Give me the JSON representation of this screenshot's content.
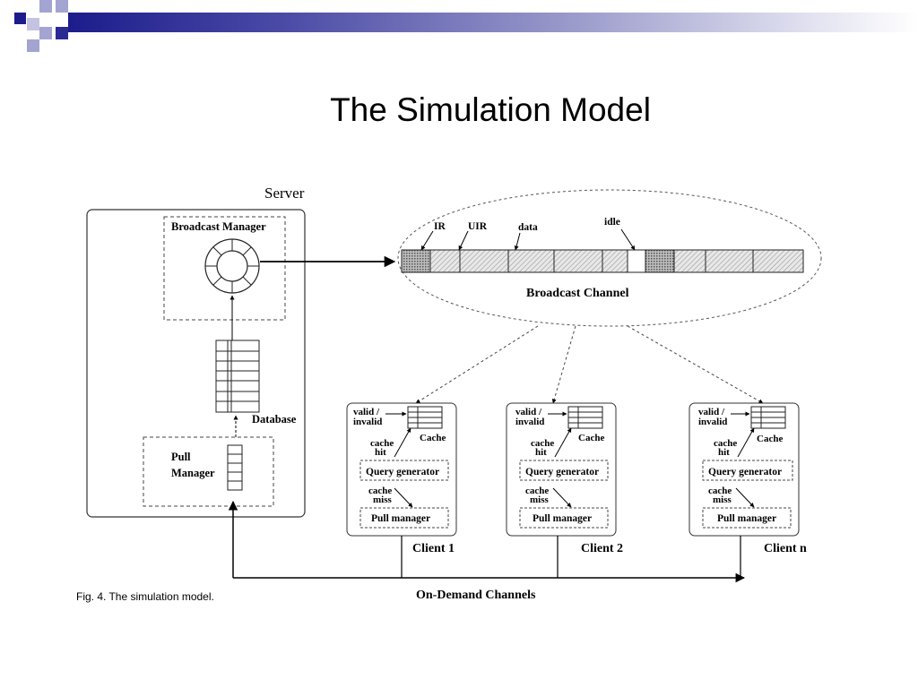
{
  "slide": {
    "title": "The Simulation Model",
    "caption": "Fig. 4. The simulation model."
  },
  "diagram": {
    "server_label": "Server",
    "broadcast_manager": "Broadcast Manager",
    "database_label": "Database",
    "pull_manager_line1": "Pull",
    "pull_manager_line2": "Manager",
    "channel_labels": {
      "ir": "IR",
      "uir": "UIR",
      "data": "data",
      "idle": "idle"
    },
    "broadcast_channel": "Broadcast Channel",
    "on_demand_channels": "On-Demand Channels",
    "clients": [
      {
        "name": "Client 1"
      },
      {
        "name": "Client 2"
      },
      {
        "name": "Client n"
      }
    ],
    "client_parts": {
      "valid": "valid /",
      "invalid": "invalid",
      "cache": "Cache",
      "cache_hit_1": "cache",
      "cache_hit_2": "hit",
      "query_generator": "Query generator",
      "cache_miss_1": "cache",
      "cache_miss_2": "miss",
      "pull_manager": "Pull manager"
    }
  },
  "colors": {
    "accent": "#1c1c8c",
    "accent_light": "#9c9ccc"
  }
}
